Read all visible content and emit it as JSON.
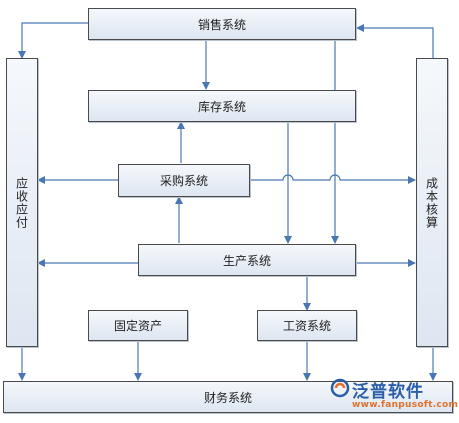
{
  "diagram": {
    "nodes": {
      "sales": "销售系统",
      "inventory": "库存系统",
      "purchase": "采购系统",
      "production": "生产系统",
      "fixed_assets": "固定资产",
      "payroll": "工资系统",
      "finance": "财务系统",
      "receivables_payables": "应收应付",
      "cost_accounting": "成本核算"
    },
    "arrow_color": "#4a77b4"
  },
  "watermark": {
    "brand": "泛普软件",
    "url": "www.fanpusoft.com"
  }
}
